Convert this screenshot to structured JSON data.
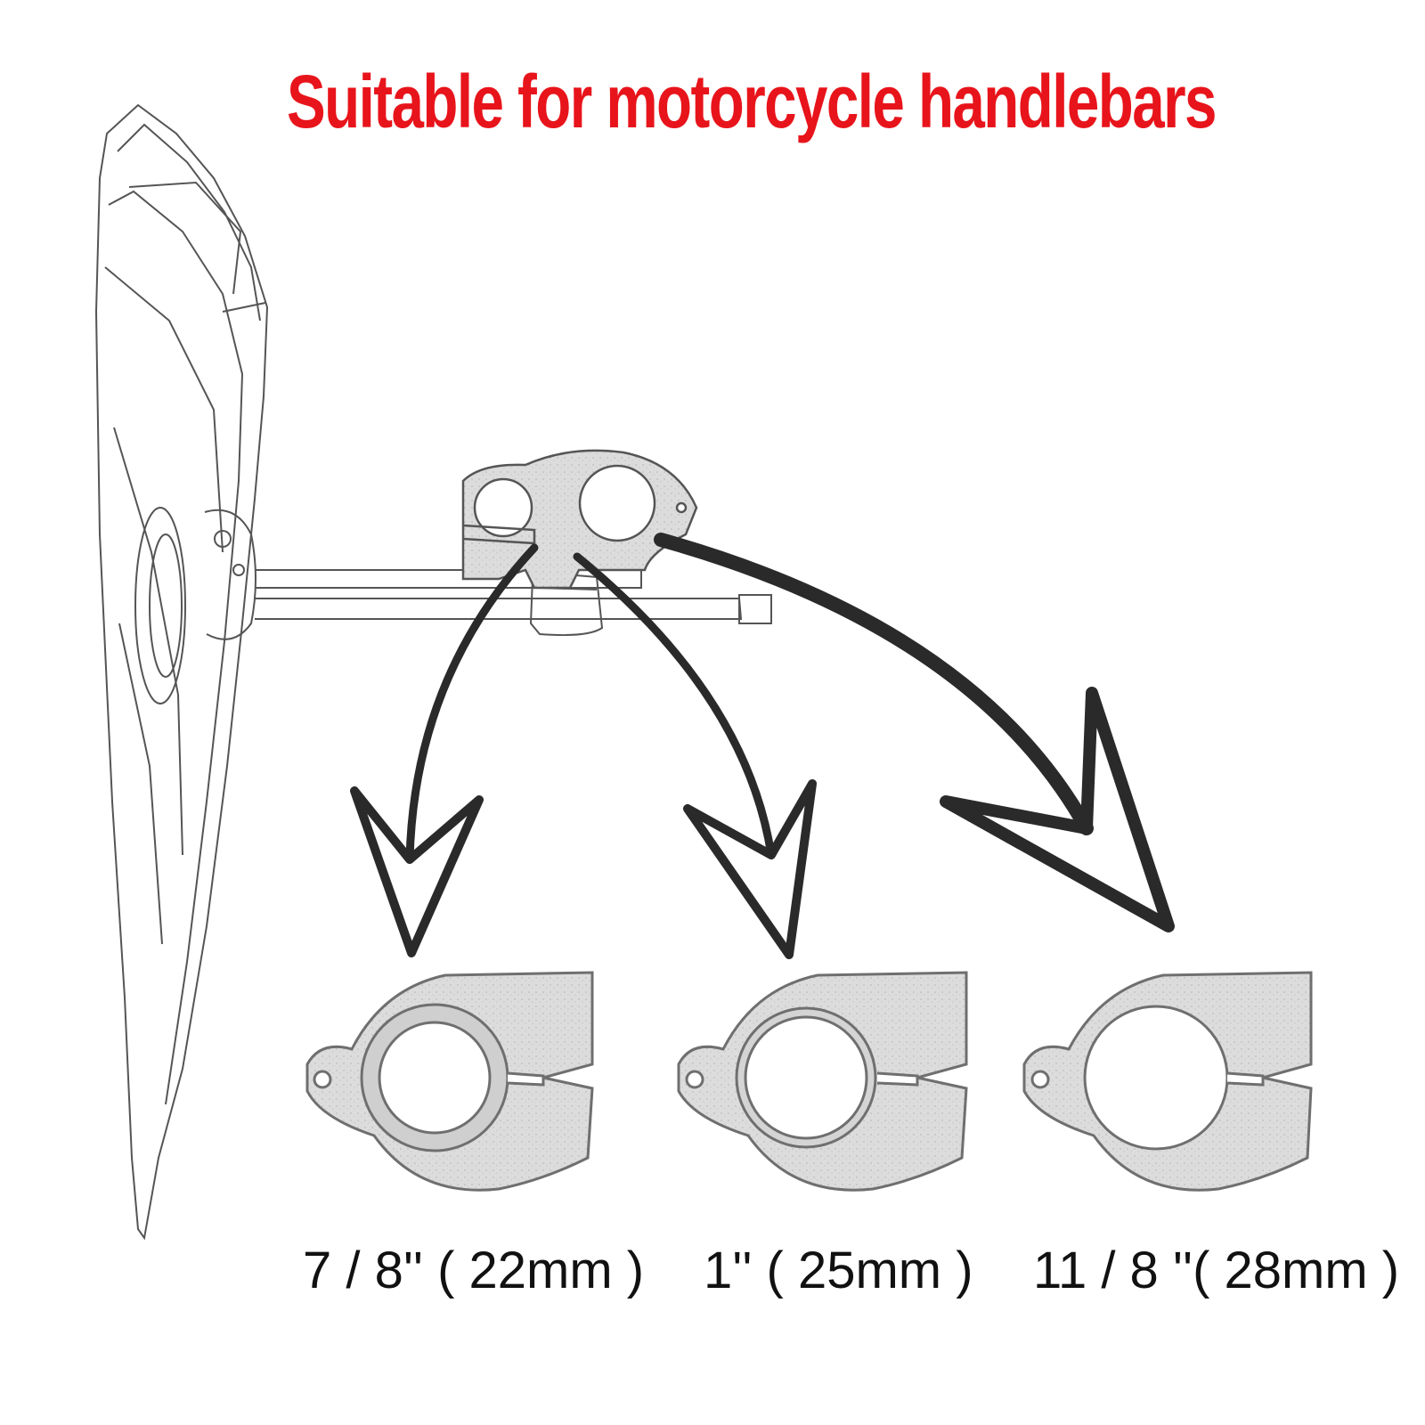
{
  "headline": {
    "text": "Suitable for motorcycle handlebars",
    "color": "#e8141b"
  },
  "clamp_sizes": [
    {
      "label": "7 / 8'' ( 22mm )",
      "ring": "thick spacer ring"
    },
    {
      "label": "1'' ( 25mm )",
      "ring": "thin spacer ring"
    },
    {
      "label": "11 / 8 ''( 28mm )",
      "ring": "no spacer ring"
    }
  ],
  "colors": {
    "sketch_line": "#555555",
    "arrow": "#2a2a2a",
    "clamp_fill": "#d9d9d9",
    "clamp_stroke": "#6f6f6f"
  }
}
